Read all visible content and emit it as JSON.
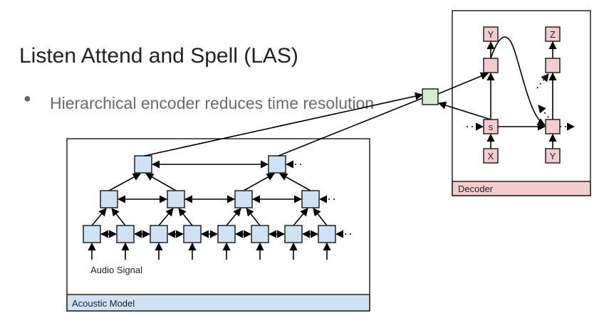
{
  "slide": {
    "title": "Listen Attend and Spell (LAS)",
    "bullets": [
      "Hierarchical encoder reduces time resolution"
    ]
  },
  "diagram": {
    "acoustic_model": {
      "label": "Acoustic Model",
      "input_label": "Audio Signal",
      "color": "#cfe2f3"
    },
    "decoder": {
      "label": "Decoder",
      "color": "#f4cccc",
      "nodes": {
        "out1": "Y",
        "out2": "Z",
        "state": "s",
        "in1": "X",
        "in2": "Y"
      }
    },
    "attention": {
      "color": "#d9ead3"
    }
  }
}
